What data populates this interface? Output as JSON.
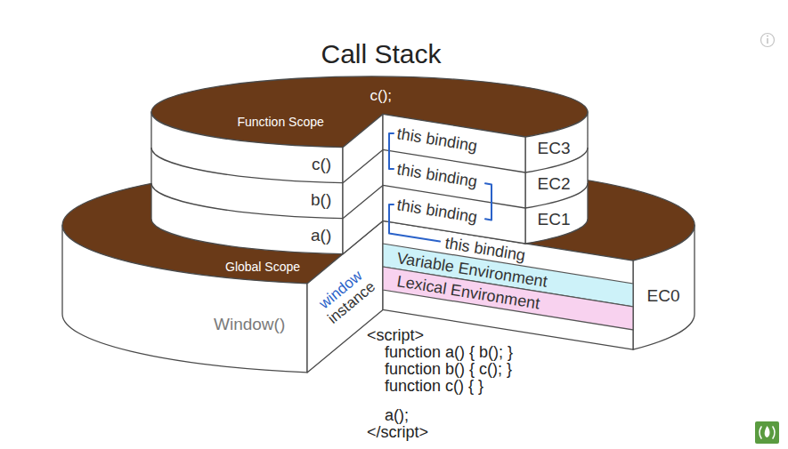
{
  "diagram": {
    "title": "Call Stack",
    "nodes": [
      {
        "text": [
          "Variable Environment"
        ]
      },
      {
        "text": [
          "Lexical Environment"
        ]
      }
    ],
    "labels": [
      "c();",
      "Function Scope",
      "c()",
      "b()",
      "a()",
      "Global Scope",
      "Window()",
      "window",
      "instance",
      "this binding",
      "this binding",
      "this binding",
      "this binding",
      "EC3",
      "EC2",
      "EC1",
      "EC0",
      "<script>",
      "function a() { b(); }",
      "function b() { c(); }",
      "function c() { }",
      "a();",
      "</script>"
    ]
  }
}
